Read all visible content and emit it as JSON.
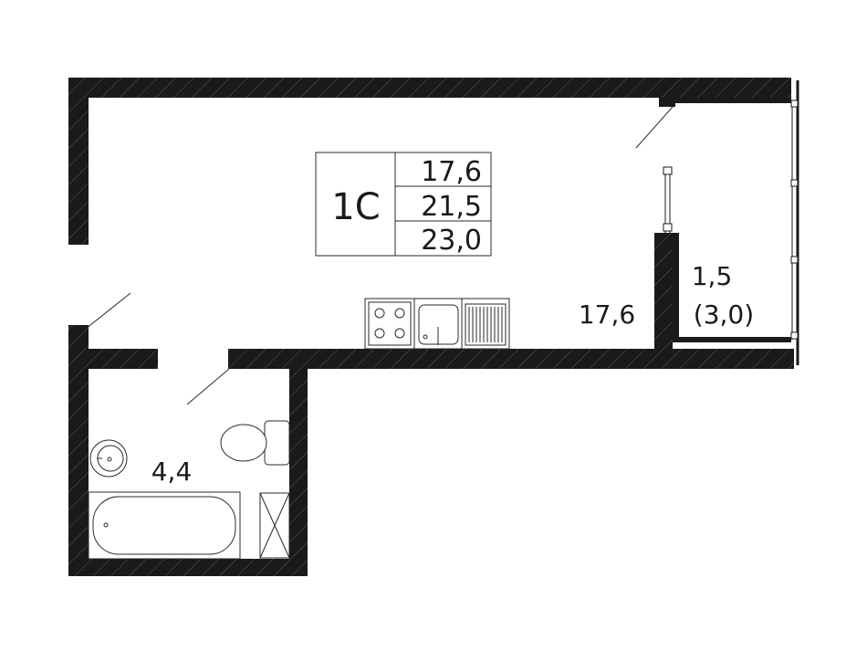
{
  "plan": {
    "apartment_type": "1С",
    "areas": {
      "living": "17,6",
      "total_without_balcony": "21,5",
      "total": "23,0"
    },
    "rooms": {
      "main_room_area": "17,6",
      "bathroom_area": "4,4",
      "balcony_area": "1,5",
      "balcony_area_full": "(3,0)"
    }
  },
  "colors": {
    "wall": "#1a1a1a",
    "line": "#2a2a2a",
    "background": "#ffffff"
  }
}
